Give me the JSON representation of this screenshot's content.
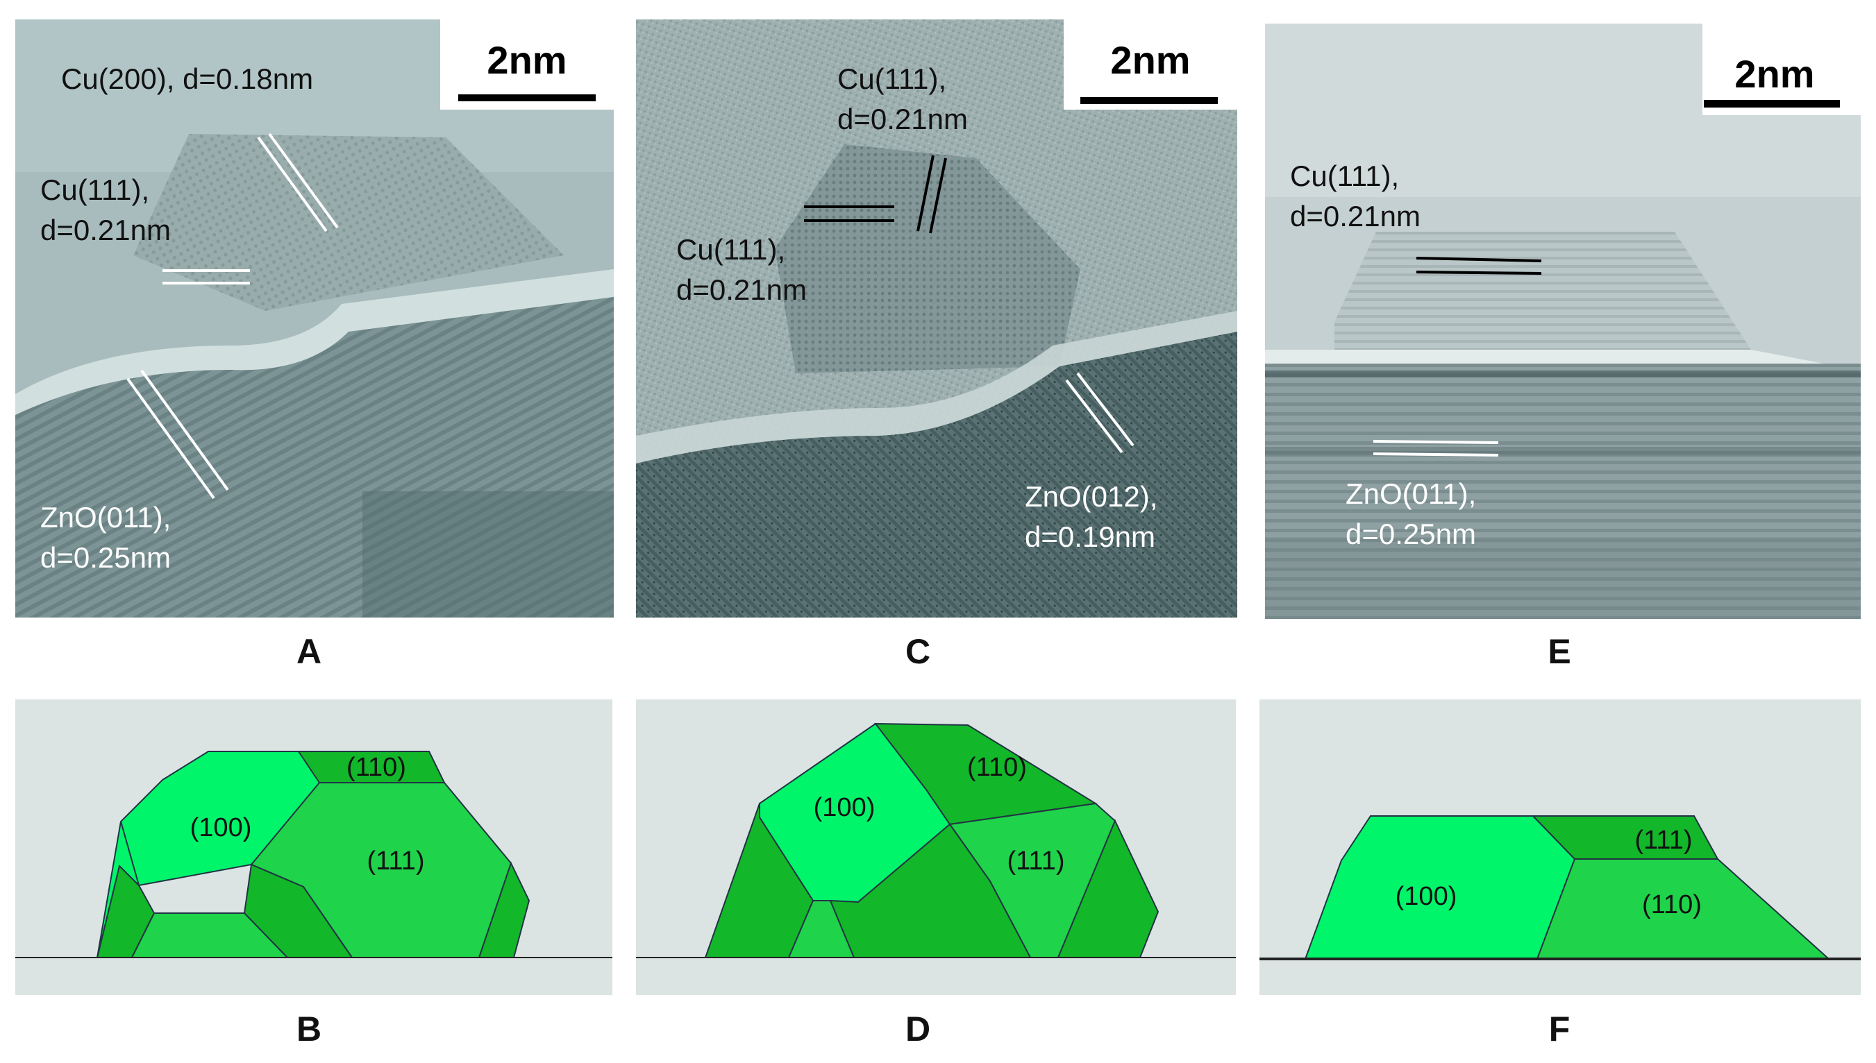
{
  "panels": {
    "A": {
      "scale_bar": "2nm",
      "labels": {
        "cu200": "Cu(200), d=0.18nm",
        "cu111_l1": "Cu(111),",
        "cu111_l2": "d=0.21nm",
        "zno_l1": "ZnO(011),",
        "zno_l2": "d=0.25nm"
      }
    },
    "C": {
      "scale_bar": "2nm",
      "labels": {
        "cu111a_l1": "Cu(111),",
        "cu111a_l2": "d=0.21nm",
        "cu111b_l1": "Cu(111),",
        "cu111b_l2": "d=0.21nm",
        "zno_l1": "ZnO(012),",
        "zno_l2": "d=0.19nm"
      }
    },
    "E": {
      "scale_bar": "2nm",
      "labels": {
        "cu111_l1": "Cu(111),",
        "cu111_l2": "d=0.21nm",
        "zno_l1": "ZnO(011),",
        "zno_l2": "d=0.25nm"
      }
    },
    "B": {
      "facets": {
        "f100": "(100)",
        "f110": "(110)",
        "f111": "(111)"
      }
    },
    "D": {
      "facets": {
        "f100": "(100)",
        "f110": "(110)",
        "f111": "(111)"
      }
    },
    "F": {
      "facets": {
        "f100": "(100)",
        "f111": "(111)",
        "f110": "(110)"
      }
    }
  },
  "panel_letters": {
    "A": "A",
    "B": "B",
    "C": "C",
    "D": "D",
    "E": "E",
    "F": "F"
  },
  "colors": {
    "facet_light": "#00f56a",
    "facet_mid": "#1fd34a",
    "facet_dark": "#12b72a",
    "diagram_bg": "#dbe4e3"
  }
}
